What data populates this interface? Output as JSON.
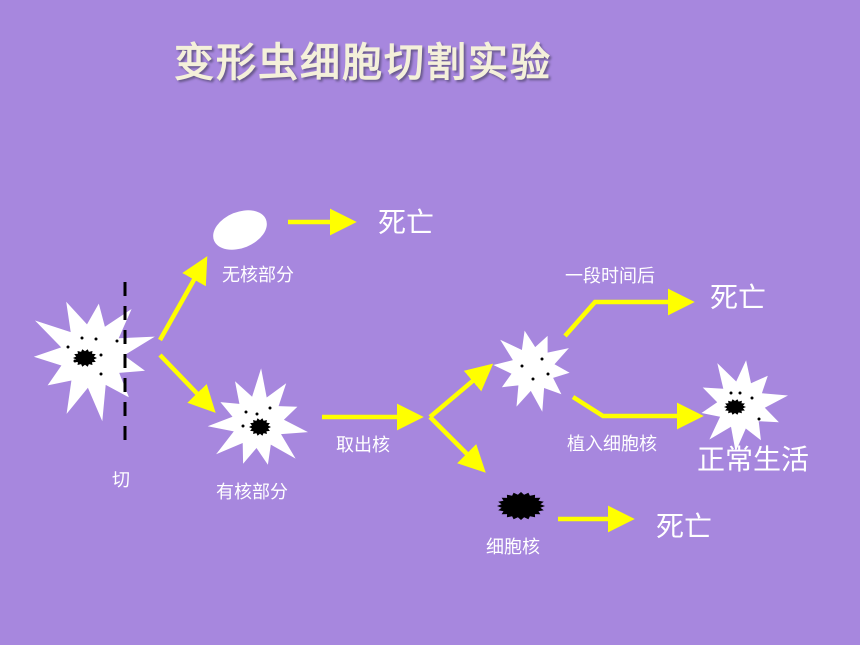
{
  "title": "变形虫细胞切割实验",
  "labels": {
    "cut": "切",
    "no_nucleus": "无核部分",
    "with_nucleus": "有核部分",
    "remove_nucleus": "取出核",
    "nucleus": "细胞核",
    "after_time": "一段时间后",
    "implant_nucleus": "植入细胞核",
    "death_1": "死亡",
    "death_2": "死亡",
    "death_3": "死亡",
    "normal_life": "正常生活"
  },
  "colors": {
    "background": "#a787de",
    "arrow": "#ffff00",
    "cell": "#ffffff",
    "nucleus": "#000000",
    "title": "#f4f0da"
  }
}
